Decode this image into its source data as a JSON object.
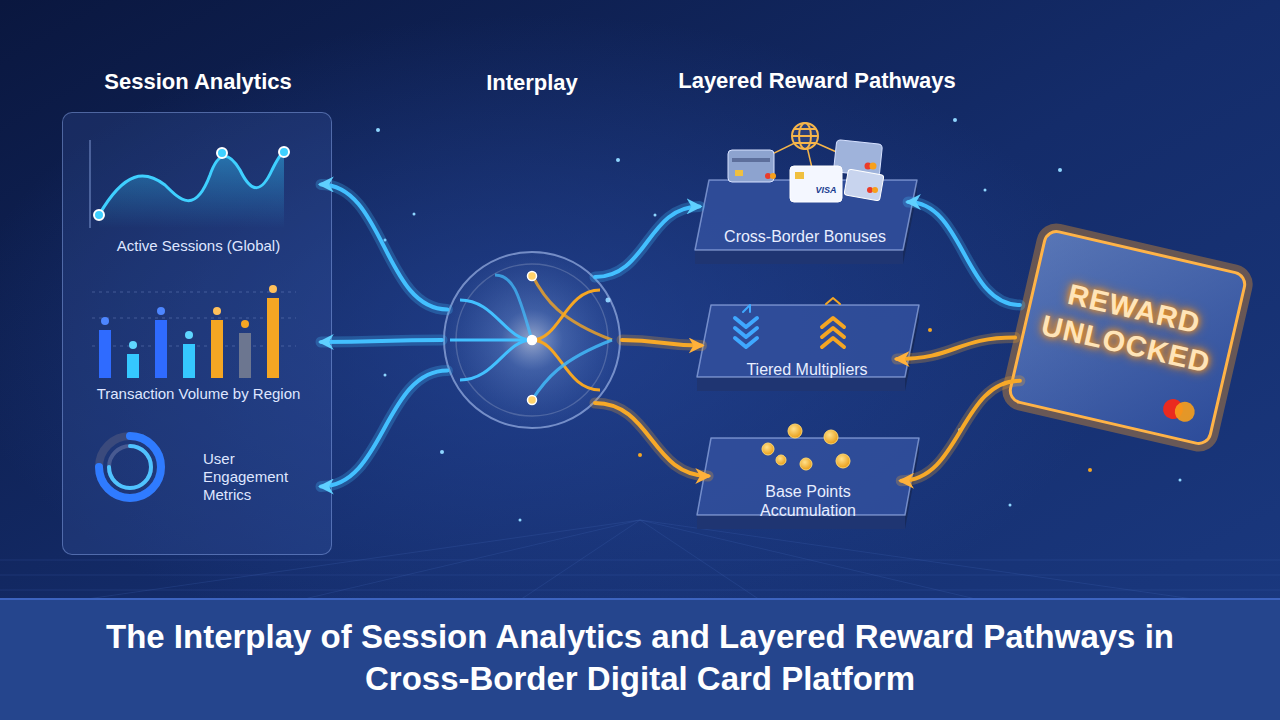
{
  "diagram": {
    "title": "The Interplay of Session Analytics and Layered Reward Pathways in Cross-Border Digital Card Platform",
    "nodes": [
      {
        "text": [
          "Session Analytics"
        ]
      },
      {
        "text": [
          "Active Sessions (Global)"
        ],
        "in": 0
      },
      {
        "text": [
          "Transaction Volume by Region"
        ],
        "in": 0
      },
      {
        "text": [
          "User Engagement Metrics"
        ],
        "in": 0
      },
      {
        "text": [
          "Interplay"
        ]
      },
      {
        "text": [
          "Cross-Border Bonuses"
        ]
      },
      {
        "text": [
          "Tiered Multipliers"
        ]
      },
      {
        "text": [
          "Base Points Accumulation"
        ]
      },
      {
        "text": [
          "REWARD UNLOCKED"
        ]
      }
    ],
    "edges": [
      {
        "from": 4,
        "to": 1,
        "arrow": "to"
      },
      {
        "from": 4,
        "to": 2,
        "arrow": "to"
      },
      {
        "from": 4,
        "to": 3,
        "arrow": "to"
      },
      {
        "from": 4,
        "to": 5,
        "arrow": "to"
      },
      {
        "from": 4,
        "to": 6,
        "arrow": "to"
      },
      {
        "from": 4,
        "to": 7,
        "arrow": "to"
      },
      {
        "from": 8,
        "to": 5,
        "arrow": "to"
      },
      {
        "from": 8,
        "to": 6,
        "arrow": "to"
      },
      {
        "from": 8,
        "to": 7,
        "arrow": "to"
      }
    ],
    "labels": [
      "Layered Reward Pathways",
      "VISA"
    ]
  }
}
